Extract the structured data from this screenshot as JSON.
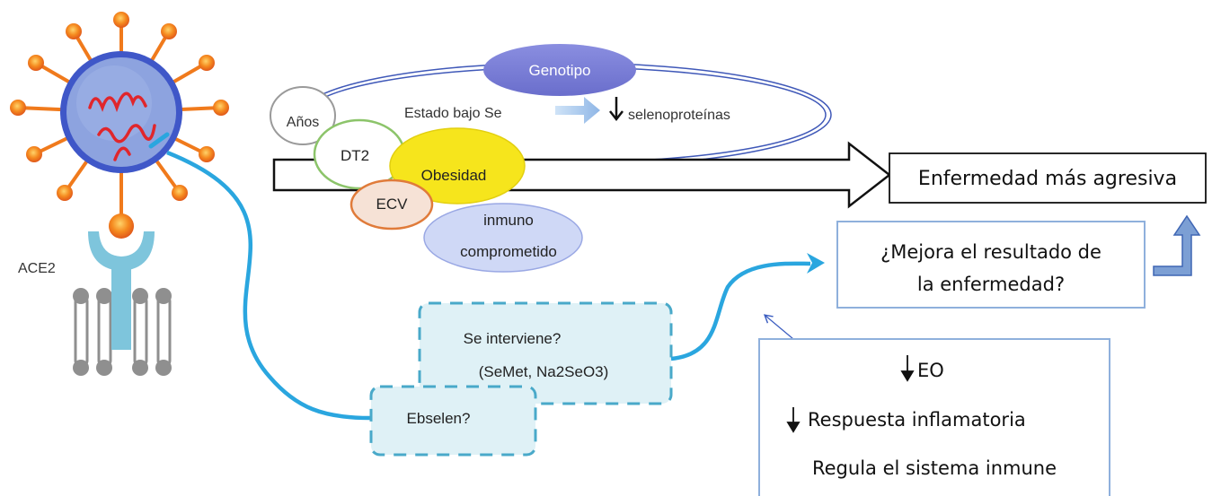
{
  "virus": {
    "receptor_label": "ACE2"
  },
  "factors": {
    "genotype": "Genotipo",
    "low_se": "Estado bajo Se",
    "selenoproteins": "selenoproteínas",
    "age": "Años",
    "diabetes": "DT2",
    "obesity": "Obesidad",
    "cvd": "ECV",
    "immuno_line1": "inmuno",
    "immuno_line2": "comprometido"
  },
  "outcome": {
    "label": "Enfermedad más agresiva"
  },
  "improve": {
    "line1": "¿Mejora el resultado de",
    "line2": "la enfermedad?"
  },
  "intervention": {
    "line1": "Se interviene?",
    "line2": "(SeMet, Na2SeO3)"
  },
  "ebselen": {
    "label": "Ebselen?"
  },
  "effects": {
    "eo": "EO",
    "inflammation": "Respuesta inflamatoria",
    "immune": "Regula el sistema inmune"
  },
  "colors": {
    "virus_body": "#7f97d8",
    "virus_rim": "#3f57c8",
    "spike_orange": "#f07a1c",
    "rna": "#e0262c",
    "receptor": "#7ec5dc",
    "membrane": "#8f8f8f",
    "genotype": "#7b7fd6",
    "obesity": "#f6e51c",
    "diabetes_ring": "#8cc46a",
    "cvd_ring": "#e07b3a",
    "immuno": "#c9d4f4",
    "intervention_fill": "#dff1f6",
    "intervention_dash": "#49a9c9",
    "curve_blue": "#2aa6df",
    "box_border": "#8fb0dc",
    "up_arrow": "#7c9fd4"
  }
}
